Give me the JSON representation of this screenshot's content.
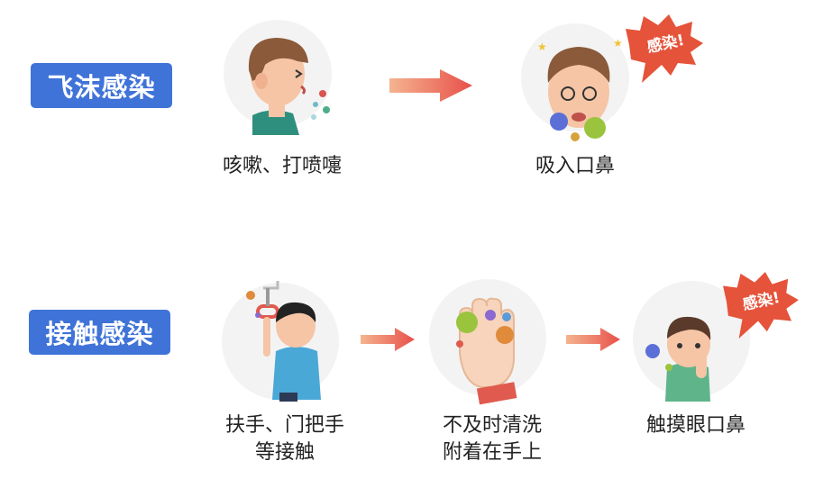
{
  "row1": {
    "tag": "飞沫感染",
    "step1_caption": "咳嗽、打喷嚏",
    "step2_caption": "吸入口鼻",
    "burst_text": "感染!"
  },
  "row2": {
    "tag": "接触感染",
    "step1_caption_line1": "扶手、门把手",
    "step1_caption_line2": "等接触",
    "step2_caption_line1": "不及时清洗",
    "step2_caption_line2": "附着在手上",
    "step3_caption": "触摸眼口鼻",
    "burst_text": "感染!"
  },
  "colors": {
    "tag_bg": "#3f73d8",
    "arrow": "#e8504a",
    "burst": "#e5533a"
  }
}
